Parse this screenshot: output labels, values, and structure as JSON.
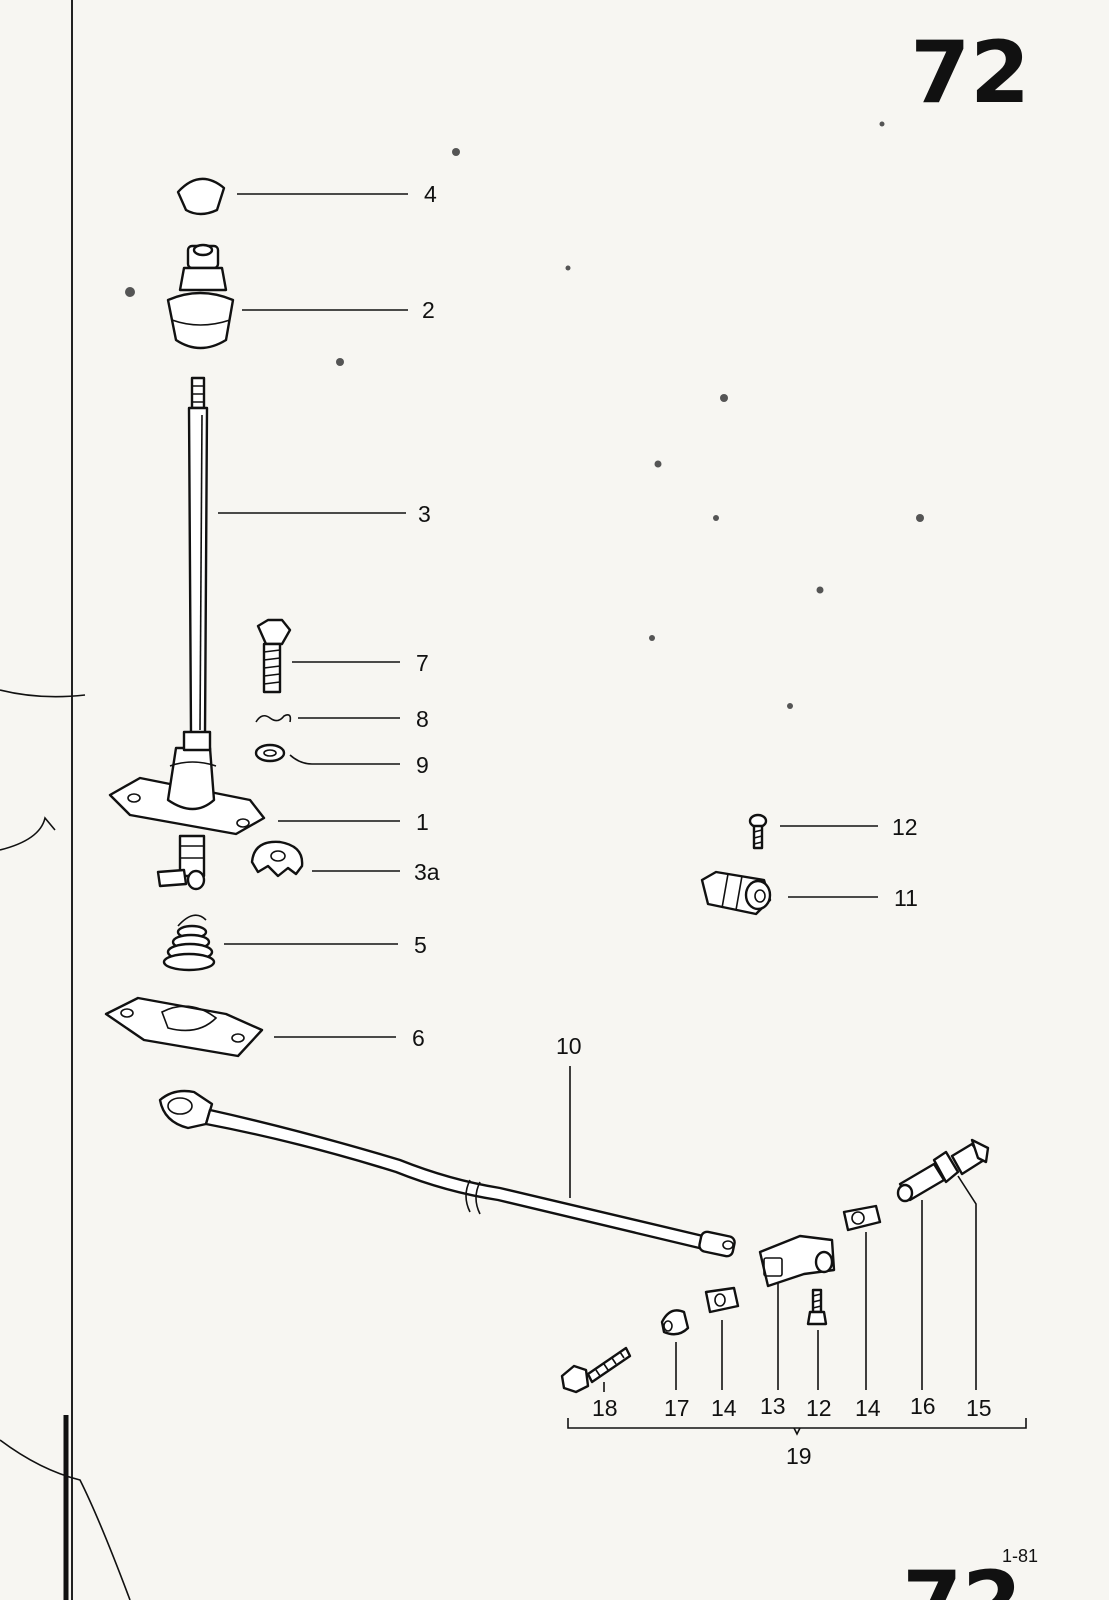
{
  "page": {
    "number": "72",
    "date_code": "1-81",
    "next_page_partial": "72"
  },
  "callouts": {
    "c4": "4",
    "c2": "2",
    "c3": "3",
    "c7": "7",
    "c8": "8",
    "c9": "9",
    "c1": "1",
    "c3a": "3a",
    "c5": "5",
    "c6": "6",
    "c10": "10",
    "c12_upper": "12",
    "c11": "11",
    "c18": "18",
    "c17": "17",
    "c14_left": "14",
    "c13": "13",
    "c12_lower": "12",
    "c14_right": "14",
    "c16": "16",
    "c15": "15",
    "c19": "19"
  }
}
